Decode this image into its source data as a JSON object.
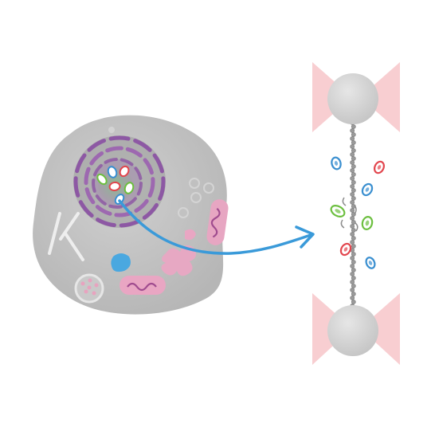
{
  "diagram": {
    "colors": {
      "background": "#ffffff",
      "cell_body": "#bdbdbd",
      "cell_body_light": "#cfcfcf",
      "nucleus_ring": "#8a4fa3",
      "nucleus_fill": "#a7a7a7",
      "nucleolus": "#6fb07a",
      "organelle_pink": "#e8a3bf",
      "organelle_stroke": "#a04c8f",
      "vesicle_blue": "#4aa8e0",
      "arrow": "#3a9ad9",
      "bead": "#cfcfcf",
      "optical_trap": "#f7c9cc",
      "tether": "#8c8c8c"
    },
    "granules": [
      {
        "kind": "blue-granule"
      },
      {
        "kind": "red-granule"
      },
      {
        "kind": "blue-granule"
      },
      {
        "kind": "green-granule"
      },
      {
        "kind": "green-granule"
      },
      {
        "kind": "red-granule"
      },
      {
        "kind": "blue-granule"
      }
    ]
  }
}
